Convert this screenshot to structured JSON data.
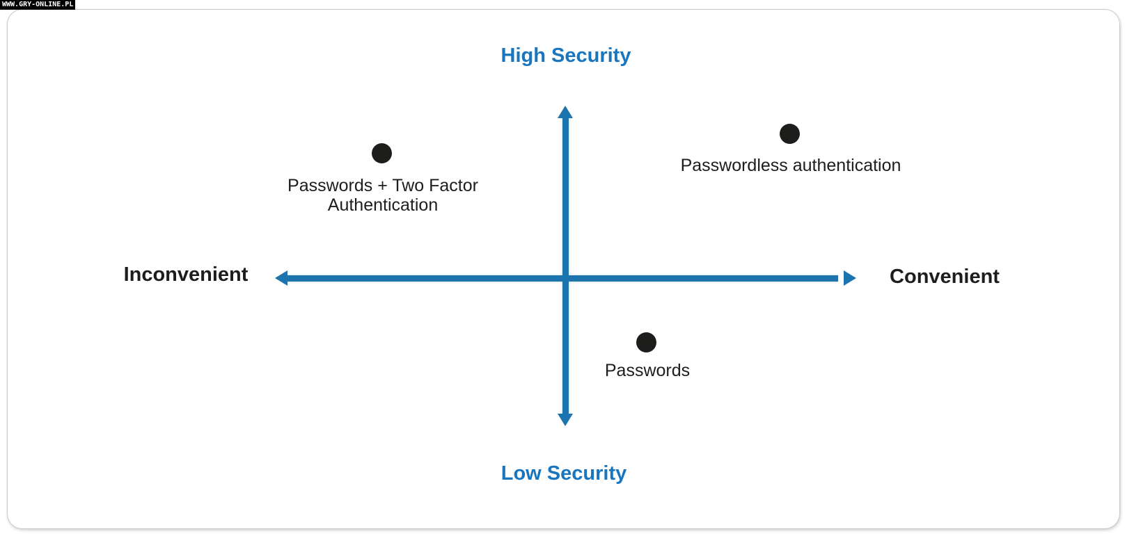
{
  "watermark": "WWW.GRY-ONLINE.PL",
  "colors": {
    "axis_blue": "#1b74ae",
    "title_blue": "#1976be",
    "ink": "#1d1d1b",
    "card_border": "#c9c9c9",
    "background": "#ffffff"
  },
  "axis_titles": {
    "top": "High Security",
    "bottom": "Low Security",
    "left": "Inconvenient",
    "right": "Convenient"
  },
  "points": [
    {
      "label": "Passwords + Two Factor\nAuthentication"
    },
    {
      "label": "Passwordless authentication"
    },
    {
      "label": "Passwords"
    }
  ],
  "chart_data": {
    "type": "scatter",
    "x_axis": {
      "label_negative": "Inconvenient",
      "label_positive": "Convenient",
      "range": [
        -1,
        1
      ]
    },
    "y_axis": {
      "label_negative": "Low Security",
      "label_positive": "High Security",
      "range": [
        -1,
        1
      ]
    },
    "series": [
      {
        "name": "Passwords + Two Factor Authentication",
        "x": -0.63,
        "y": 0.77
      },
      {
        "name": "Passwordless authentication",
        "x": 0.77,
        "y": 0.9
      },
      {
        "name": "Passwords",
        "x": 0.28,
        "y": -0.4
      }
    ],
    "grid": false,
    "legend": false,
    "marker_color": "#1d1d1b",
    "axis_color": "#1b74ae"
  }
}
